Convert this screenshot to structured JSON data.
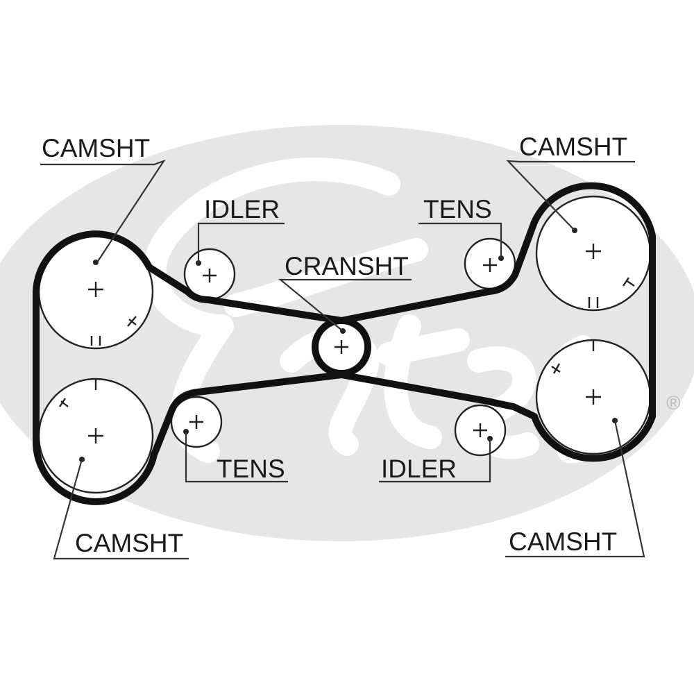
{
  "brand": {
    "logo_text": "Gates",
    "registered_mark": "®",
    "logo_color": "#e6e6e6"
  },
  "labels": {
    "camshaft_top_left": "CAMSHT",
    "camshaft_top_right": "CAMSHT",
    "camshaft_bottom_left": "CAMSHT",
    "camshaft_bottom_right": "CAMSHT",
    "idler_top": "IDLER",
    "idler_bottom": "IDLER",
    "tensioner_top": "TENS",
    "tensioner_bottom": "TENS",
    "crankshaft": "CRANSHT"
  },
  "colors": {
    "belt": "#111111",
    "lines": "#222222",
    "background": "#ffffff"
  }
}
